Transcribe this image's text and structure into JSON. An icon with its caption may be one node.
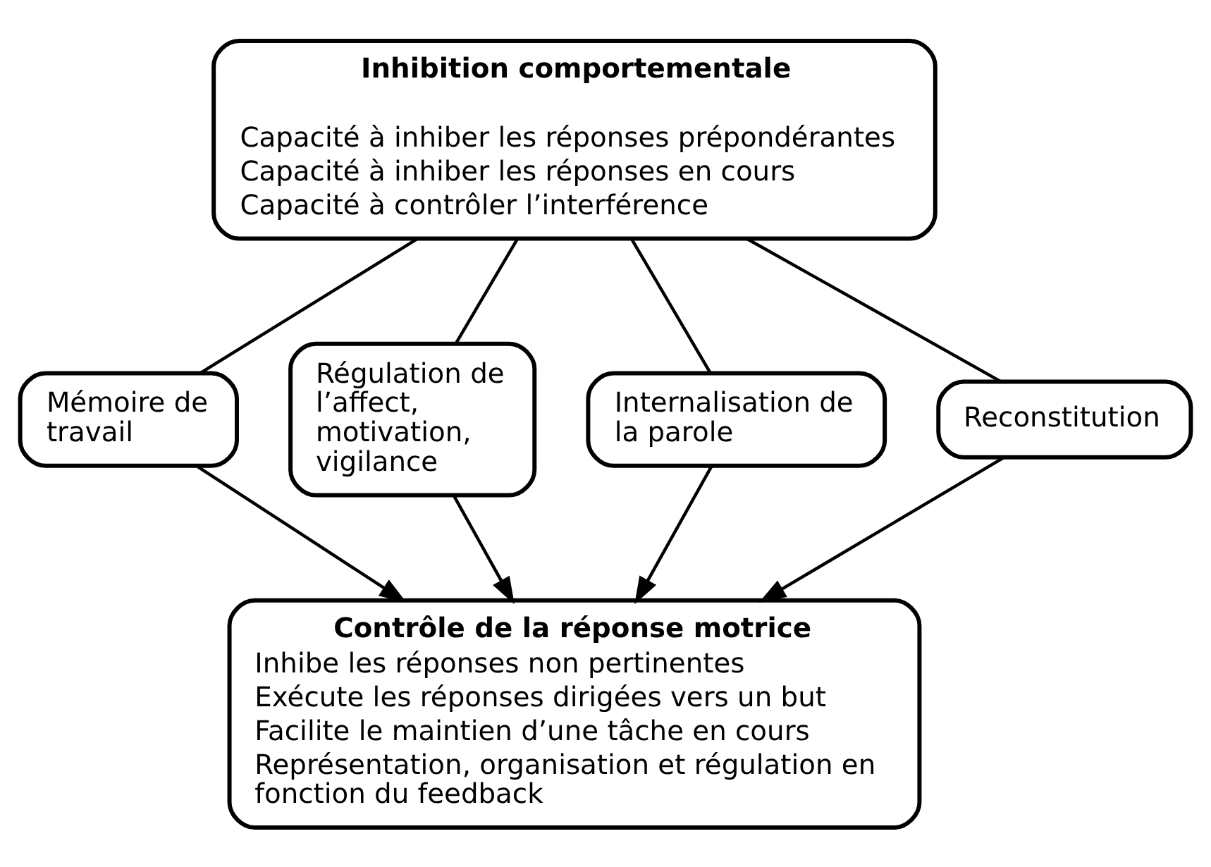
{
  "diagram": {
    "nodes": [
      {
        "text": [
          "Inhibition comportementale",
          "Capacité à inhiber les réponses prépondérantes",
          "Capacité à inhiber les réponses en cours",
          "Capacité à contrôler l’interférence"
        ]
      },
      {
        "text": [
          "Mémoire de travail"
        ]
      },
      {
        "text": [
          "Régulation de l’affect, motivation, vigilance"
        ]
      },
      {
        "text": [
          "Internalisation de la parole"
        ]
      },
      {
        "text": [
          "Reconstitution"
        ]
      },
      {
        "text": [
          "Contrôle de la réponse motrice",
          "Inhibe les réponses non pertinentes",
          "Exécute les réponses dirigées vers un but",
          "Facilite le maintien d’une tâche en cours",
          "Représentation, organisation et régulation en fonction du feedback"
        ]
      }
    ],
    "edges": [
      {
        "from": 0,
        "to": 1,
        "arrow": "none"
      },
      {
        "from": 0,
        "to": 2,
        "arrow": "none"
      },
      {
        "from": 0,
        "to": 3,
        "arrow": "none"
      },
      {
        "from": 0,
        "to": 4,
        "arrow": "none"
      },
      {
        "from": 1,
        "to": 5,
        "arrow": "to"
      },
      {
        "from": 2,
        "to": 5,
        "arrow": "to"
      },
      {
        "from": 3,
        "to": 5,
        "arrow": "to"
      },
      {
        "from": 4,
        "to": 5,
        "arrow": "to"
      }
    ]
  }
}
